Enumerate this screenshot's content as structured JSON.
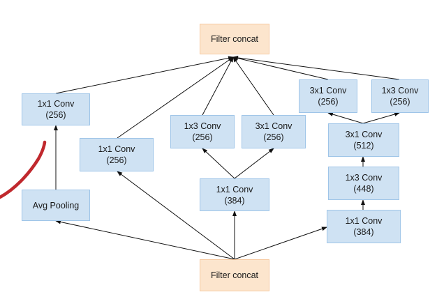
{
  "diagram": {
    "nodes": {
      "top_concat": {
        "label": "Filter concat",
        "color": "#fce5cd"
      },
      "bottom_concat": {
        "label": "Filter concat",
        "color": "#fce5cd"
      },
      "b1_conv": {
        "label": "1x1 Conv\n(256)",
        "color": "#cfe2f3"
      },
      "b1_pool": {
        "label": "Avg Pooling",
        "color": "#cfe2f3"
      },
      "b2_conv": {
        "label": "1x1 Conv\n(256)",
        "color": "#cfe2f3"
      },
      "b3_1x3": {
        "label": "1x3 Conv\n(256)",
        "color": "#cfe2f3"
      },
      "b3_3x1": {
        "label": "3x1 Conv\n(256)",
        "color": "#cfe2f3"
      },
      "b3_1x1": {
        "label": "1x1 Conv\n(384)",
        "color": "#cfe2f3"
      },
      "b4_3x1_top": {
        "label": "3x1 Conv\n(256)",
        "color": "#cfe2f3"
      },
      "b4_1x3_top": {
        "label": "1x3 Conv\n(256)",
        "color": "#cfe2f3"
      },
      "b4_3x1": {
        "label": "3x1 Conv\n(512)",
        "color": "#cfe2f3"
      },
      "b4_1x3": {
        "label": "1x3 Conv\n(448)",
        "color": "#cfe2f3"
      },
      "b4_1x1": {
        "label": "1x1 Conv\n(384)",
        "color": "#cfe2f3"
      }
    },
    "edges": [
      [
        "b1_conv",
        "top_concat"
      ],
      [
        "b2_conv",
        "top_concat"
      ],
      [
        "b3_1x3",
        "top_concat"
      ],
      [
        "b3_3x1",
        "top_concat"
      ],
      [
        "b4_3x1_top",
        "top_concat"
      ],
      [
        "b4_1x3_top",
        "top_concat"
      ],
      [
        "b1_pool",
        "b1_conv"
      ],
      [
        "bottom_concat",
        "b1_pool"
      ],
      [
        "bottom_concat",
        "b2_conv"
      ],
      [
        "bottom_concat",
        "b3_1x1"
      ],
      [
        "b3_1x1",
        "b3_1x3"
      ],
      [
        "b3_1x1",
        "b3_3x1"
      ],
      [
        "bottom_concat",
        "b4_1x1"
      ],
      [
        "b4_1x1",
        "b4_1x3"
      ],
      [
        "b4_1x3",
        "b4_3x1"
      ],
      [
        "b4_3x1",
        "b4_3x1_top"
      ],
      [
        "b4_3x1",
        "b4_1x3_top"
      ]
    ],
    "annotation_color": "#c0282d"
  }
}
